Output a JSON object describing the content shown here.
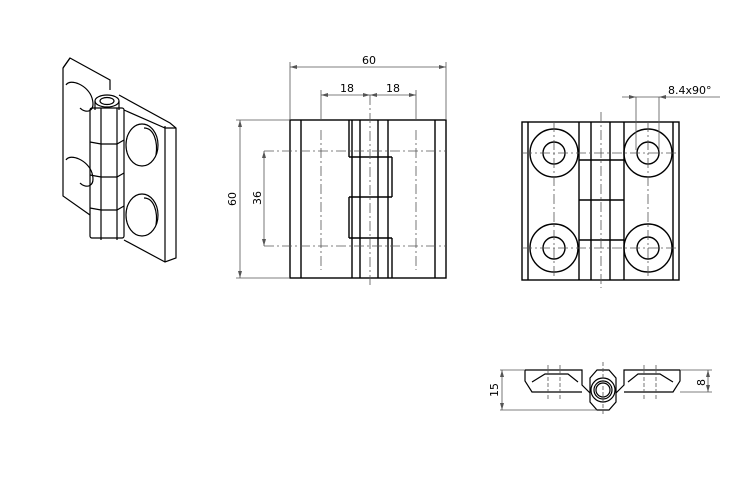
{
  "drawing": {
    "type": "technical-drawing",
    "subject": "hinge",
    "line_color": "#000000",
    "dimension_color": "#555555"
  },
  "front_view": {
    "overall_width": "60",
    "hole_offset_left": "18",
    "hole_offset_right": "18",
    "overall_height": "60",
    "hole_spacing": "36"
  },
  "right_view": {
    "countersink": "8.4x90°"
  },
  "bottom_view": {
    "overall_thickness": "15",
    "leaf_thickness": "8"
  }
}
